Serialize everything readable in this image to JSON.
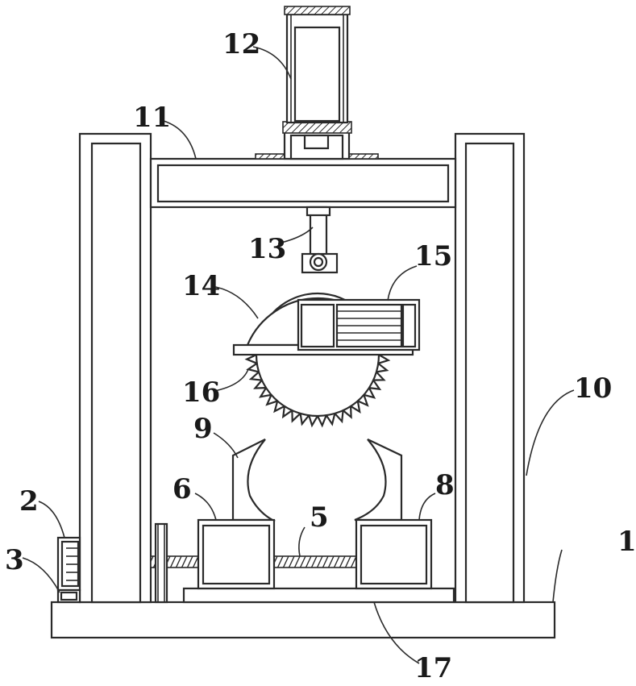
{
  "labels": {
    "l1": "1",
    "l2": "2",
    "l3": "3",
    "l5": "5",
    "l6": "6",
    "l8": "8",
    "l9": "9",
    "l10": "10",
    "l11": "11",
    "l12": "12",
    "l13": "13",
    "l14": "14",
    "l15": "15",
    "l16": "16",
    "l17": "17"
  }
}
